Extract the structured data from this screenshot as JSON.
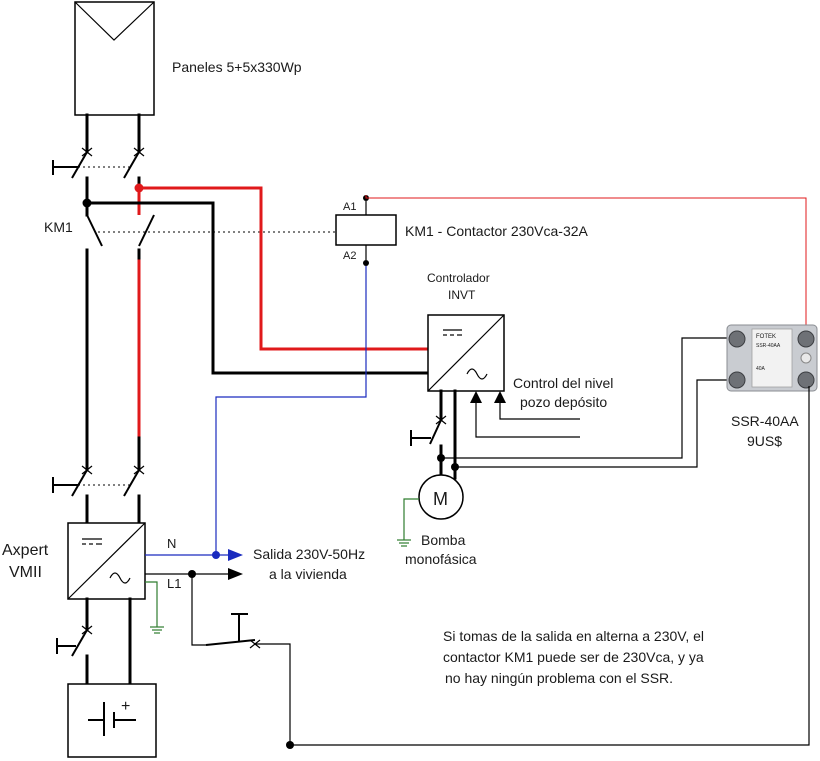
{
  "labels": {
    "paneles": "Paneles 5+5x330Wp",
    "km1": "KM1",
    "a1": "A1",
    "a2": "A2",
    "contactor": "KM1 - Contactor 230Vca-32A",
    "controlador_1": "Controlador",
    "controlador_2": "INVT",
    "control_nivel_1": "Control del nivel",
    "control_nivel_2": "pozo depósito",
    "ssr_model": "SSR-40AA",
    "ssr_price": "9US$",
    "motor": "M",
    "bomba_1": "Bomba",
    "bomba_2": "monofásica",
    "axpert_1": "Axpert",
    "axpert_2": "VMII",
    "n": "N",
    "l1": "L1",
    "salida_1": "Salida 230V-50Hz",
    "salida_2": "a la vivienda",
    "battery_plus": "+",
    "nota_1": "Si tomas de la salida en alterna a 230V, el",
    "nota_2": "contactor KM1 puede ser de 230Vca, y ya",
    "nota_3": "no hay ningún problema con el SSR."
  },
  "ssr_body": {
    "brand": "FOTEK",
    "model": "SSR-40AA",
    "rating": "40A"
  },
  "colors": {
    "wire": "#000000",
    "positive_wire": "#e0191b",
    "neutral_wire": "#1a2bbf",
    "ground_wire": "#2f7d2f"
  }
}
